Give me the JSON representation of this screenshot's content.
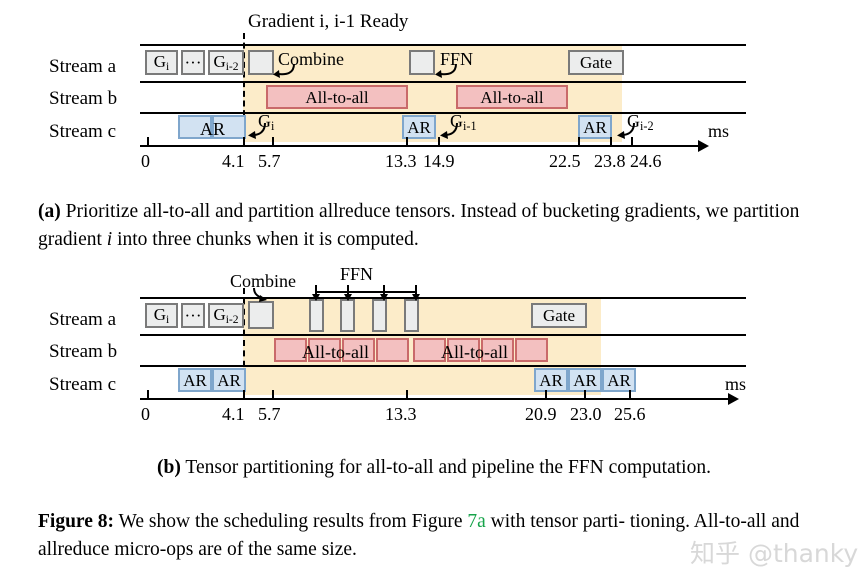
{
  "figure": {
    "id": "Figure 8",
    "watermark": "知乎 @thanky"
  },
  "panel_a": {
    "title": "Gradient i, i-1 Ready",
    "stream_labels": [
      "Stream a",
      "Stream b",
      "Stream c"
    ],
    "axis_unit": "ms",
    "tick_labels": [
      "0",
      "4.1",
      "5.7",
      "13.3",
      "14.9",
      "22.5",
      "23.8",
      "24.6"
    ],
    "annotations": {
      "combine": "Combine",
      "ffn": "FFN",
      "g_i": "G",
      "g_i_sub": "i",
      "g_im1": "G",
      "g_im1_sub": "i-1",
      "g_im2": "G",
      "g_im2_sub": "i-2"
    },
    "stream_a_blocks": [
      {
        "label": "G",
        "sub": "i"
      },
      {
        "label": "···",
        "sub": ""
      },
      {
        "label": "G",
        "sub": "i-2"
      },
      {
        "label": "",
        "sub": ""
      },
      {
        "label": "",
        "sub": ""
      },
      {
        "label": "Gate",
        "sub": ""
      }
    ],
    "stream_b_blocks": [
      {
        "label": "All-to-all"
      },
      {
        "label": "All-to-all"
      }
    ],
    "stream_c_blocks": [
      {
        "label": "AR"
      },
      {
        "label": "AR"
      },
      {
        "label": "AR"
      },
      {
        "label": "AR"
      }
    ],
    "caption": {
      "tag": "(a)",
      "line1_a": " Prioritize all-to-all and partition allreduce tensors. Instead of bucketing",
      "line2_a": "gradients, we partition gradient ",
      "line2_i": "i",
      "line2_b": " into three chunks when it is computed."
    }
  },
  "panel_b": {
    "stream_labels": [
      "Stream a",
      "Stream b",
      "Stream c"
    ],
    "axis_unit": "ms",
    "tick_labels": [
      "0",
      "4.1",
      "5.7",
      "13.3",
      "20.9",
      "23.0",
      "25.6"
    ],
    "annotations": {
      "combine": "Combine",
      "ffn": "FFN"
    },
    "stream_a_blocks": [
      {
        "label": "G",
        "sub": "i"
      },
      {
        "label": "···",
        "sub": ""
      },
      {
        "label": "G",
        "sub": "i-2"
      },
      {
        "label": "",
        "sub": ""
      },
      {
        "label": "",
        "sub": ""
      },
      {
        "label": "",
        "sub": ""
      },
      {
        "label": "",
        "sub": ""
      },
      {
        "label": "",
        "sub": ""
      },
      {
        "label": "Gate",
        "sub": ""
      }
    ],
    "stream_b_groups": [
      {
        "label": "All-to-all",
        "micro_ops": 4
      },
      {
        "label": "All-to-all",
        "micro_ops": 4
      }
    ],
    "stream_c_blocks": [
      {
        "label": "AR"
      },
      {
        "label": "AR"
      },
      {
        "label": "AR"
      },
      {
        "label": "AR"
      },
      {
        "label": "AR"
      }
    ],
    "caption": {
      "tag": "(b)",
      "text": " Tensor partitioning for all-to-all and pipeline the FFN computation."
    }
  },
  "figure_caption": {
    "tag": "Figure 8:",
    "part1": " We show the scheduling results from Figure ",
    "link": "7a",
    "part2": " with tensor parti-",
    "part3": "tioning. All-to-all and allreduce micro-ops are of the same size."
  },
  "chart_data": {
    "type": "table",
    "title": "Figure 8: GPU stream scheduling timelines with tensor partitioning",
    "xlabel": "ms",
    "panels": [
      {
        "name": "(a) Prioritize all-to-all and partition allreduce tensors",
        "xticks": [
          0,
          4.1,
          5.7,
          13.3,
          14.9,
          22.5,
          23.8,
          24.6
        ],
        "gradient_ready_marker": 4.1,
        "highlight_span": [
          4.1,
          23.8
        ],
        "streams": [
          {
            "name": "Stream a",
            "ops": [
              {
                "label": "Gi",
                "start": 0.0,
                "end": 1.4
              },
              {
                "label": "...",
                "start": 1.6,
                "end": 2.6
              },
              {
                "label": "Gi-2",
                "start": 2.8,
                "end": 4.1
              },
              {
                "label": "Combine",
                "start": 4.3,
                "end": 5.6
              },
              {
                "label": "FFN",
                "start": 13.4,
                "end": 14.8
              },
              {
                "label": "Gate",
                "start": 22.6,
                "end": 24.5
              }
            ]
          },
          {
            "name": "Stream b",
            "ops": [
              {
                "label": "All-to-all",
                "start": 5.7,
                "end": 13.3
              },
              {
                "label": "All-to-all",
                "start": 14.9,
                "end": 22.5
              }
            ]
          },
          {
            "name": "Stream c",
            "ops": [
              {
                "label": "AR",
                "start": 1.6,
                "end": 2.9
              },
              {
                "label": "AR",
                "start": 2.9,
                "end": 4.4
              },
              {
                "label": "AR",
                "start": 13.2,
                "end": 14.6
              },
              {
                "label": "AR",
                "start": 22.3,
                "end": 23.7
              }
            ]
          }
        ]
      },
      {
        "name": "(b) Tensor partitioning for all-to-all and pipeline the FFN computation",
        "xticks": [
          0,
          4.1,
          5.7,
          13.3,
          20.9,
          23.0,
          25.6
        ],
        "gradient_ready_marker": 4.1,
        "highlight_span": [
          4.1,
          23.0
        ],
        "streams": [
          {
            "name": "Stream a",
            "ops": [
              {
                "label": "Gi",
                "start": 0.0,
                "end": 1.4
              },
              {
                "label": "...",
                "start": 1.6,
                "end": 2.6
              },
              {
                "label": "Gi-2",
                "start": 2.8,
                "end": 4.1
              },
              {
                "label": "Combine",
                "start": 4.3,
                "end": 5.6
              },
              {
                "label": "FFN-1",
                "start": 7.3,
                "end": 8.0
              },
              {
                "label": "FFN-2",
                "start": 9.5,
                "end": 10.2
              },
              {
                "label": "FFN-3",
                "start": 11.6,
                "end": 12.3
              },
              {
                "label": "FFN-4",
                "start": 13.7,
                "end": 14.4
              },
              {
                "label": "Gate",
                "start": 21.1,
                "end": 23.0
              }
            ]
          },
          {
            "name": "Stream b",
            "ops": [
              {
                "label": "All-to-all micro-op 1",
                "start": 5.7,
                "end": 7.3
              },
              {
                "label": "All-to-all micro-op 2",
                "start": 7.5,
                "end": 9.4
              },
              {
                "label": "All-to-all micro-op 3",
                "start": 9.6,
                "end": 11.5
              },
              {
                "label": "All-to-all micro-op 4",
                "start": 11.7,
                "end": 13.3
              },
              {
                "label": "All-to-all micro-op 5",
                "start": 13.9,
                "end": 15.5
              },
              {
                "label": "All-to-all micro-op 6",
                "start": 15.7,
                "end": 17.6
              },
              {
                "label": "All-to-all micro-op 7",
                "start": 17.8,
                "end": 19.2
              },
              {
                "label": "All-to-all micro-op 8",
                "start": 19.4,
                "end": 20.9
              }
            ]
          },
          {
            "name": "Stream c",
            "ops": [
              {
                "label": "AR",
                "start": 1.6,
                "end": 2.9
              },
              {
                "label": "AR",
                "start": 2.9,
                "end": 4.2
              },
              {
                "label": "AR",
                "start": 20.9,
                "end": 22.3
              },
              {
                "label": "AR",
                "start": 22.3,
                "end": 23.7
              },
              {
                "label": "AR",
                "start": 23.7,
                "end": 25.1
              }
            ]
          }
        ]
      }
    ]
  }
}
